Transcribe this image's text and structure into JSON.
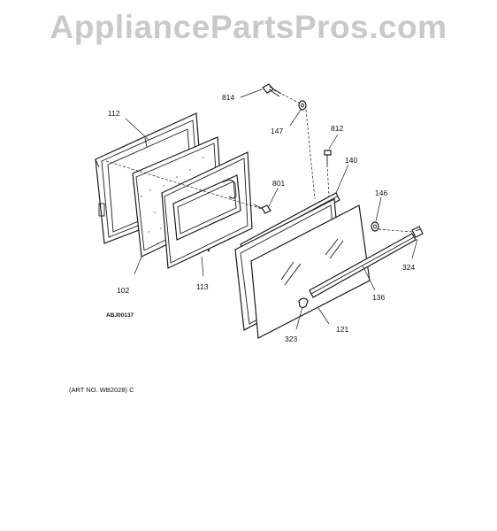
{
  "watermark": "AppliancePartsPros.com",
  "diagram_code": "ABJ00137",
  "art_note": "(ART NO. WB2028) C",
  "callouts": {
    "c814": "814",
    "c147": "147",
    "c812": "812",
    "c112": "112",
    "c140": "140",
    "c801": "801",
    "c146": "146",
    "c102": "102",
    "c113": "113",
    "c324": "324",
    "c136": "136",
    "c323": "323",
    "c121": "121"
  }
}
